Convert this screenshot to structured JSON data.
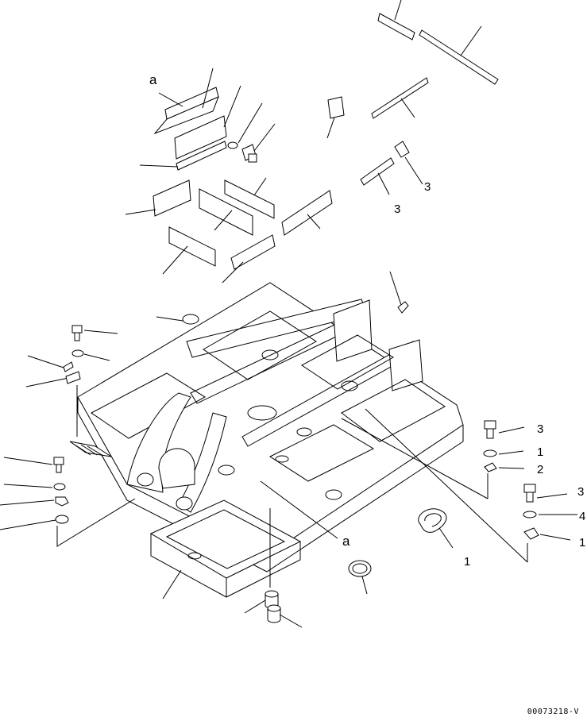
{
  "diagram": {
    "drawing_code": "00073218-V",
    "view_labels": [
      "a",
      "a"
    ],
    "callouts": {
      "c1": "3",
      "c2": "1",
      "c3": "2",
      "c4": "3",
      "c5": "4",
      "c6": "1",
      "c7": "1",
      "c8": "3",
      "c9": "3"
    }
  }
}
